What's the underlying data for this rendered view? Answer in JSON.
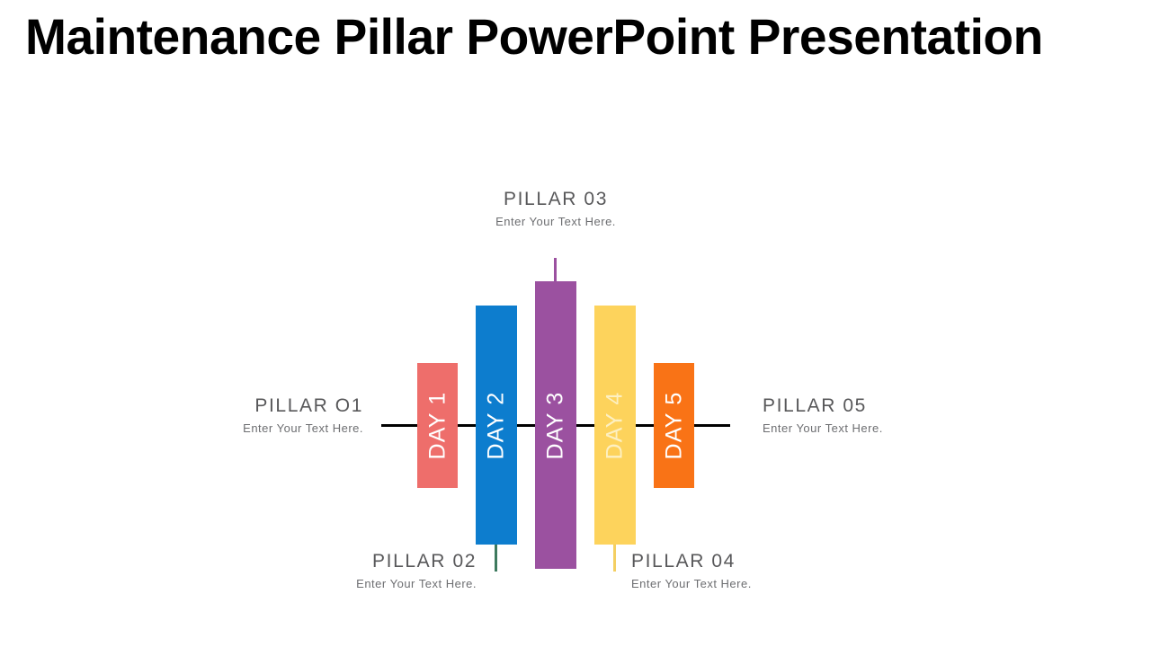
{
  "slide": {
    "title": "Maintenance Pillar PowerPoint Presentation",
    "background_color": "#ffffff"
  },
  "diagram": {
    "type": "pillar-timeline",
    "axis_color": "#000000",
    "bars": [
      {
        "label": "DAY 1",
        "color": "#ee6e6b",
        "label_color": "#ffffff"
      },
      {
        "label": "DAY 2",
        "color": "#0d7dce",
        "label_color": "#ffffff"
      },
      {
        "label": "DAY 3",
        "color": "#9b51a0",
        "label_color": "#ffffff"
      },
      {
        "label": "DAY 4",
        "color": "#fdd35c",
        "label_color": "#fdf0c2"
      },
      {
        "label": "DAY 5",
        "color": "#f97316",
        "label_color": "#ffffff"
      }
    ],
    "pillars": [
      {
        "title": "PILLAR O1",
        "subtitle": "Enter Your Text Here.",
        "position": "left"
      },
      {
        "title": "PILLAR 02",
        "subtitle": "Enter Your Text Here.",
        "position": "bottom-left",
        "connector_color": "#3d7a5e"
      },
      {
        "title": "PILLAR 03",
        "subtitle": "Enter Your Text Here.",
        "position": "top-center",
        "connector_color": "#9b51a0"
      },
      {
        "title": "PILLAR 04",
        "subtitle": "Enter Your Text Here.",
        "position": "bottom-right",
        "connector_color": "#f4cf62"
      },
      {
        "title": "PILLAR 05",
        "subtitle": "Enter Your Text Here.",
        "position": "right"
      }
    ]
  }
}
